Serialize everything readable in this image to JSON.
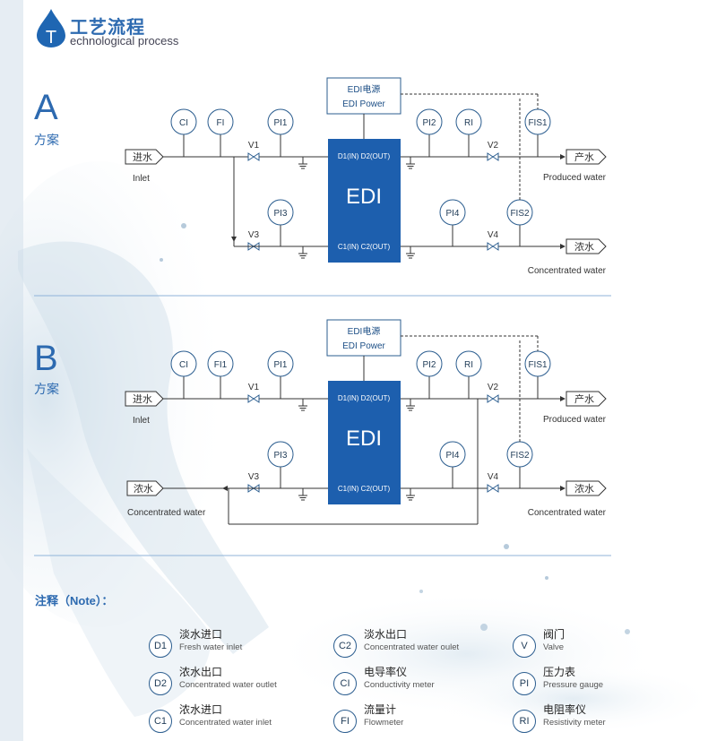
{
  "header": {
    "title_cn": "工艺流程",
    "title_en": "echnological process",
    "logo_letter": "T"
  },
  "colors": {
    "accent": "#2d6ab0",
    "edi_fill": "#1d5fae",
    "line": "#333333"
  },
  "schemes": [
    {
      "letter": "A",
      "label": "方案",
      "power": [
        "EDI电源",
        "EDI Power"
      ],
      "edi": "EDI",
      "ports_top": "D1(IN)  D2(OUT)",
      "ports_bottom": "C1(IN) C2(OUT)",
      "instruments": [
        "CI",
        "FI",
        "PI1",
        "PI2",
        "RI",
        "FIS1",
        "PI3",
        "PI4",
        "FIS2"
      ],
      "valves": [
        "V1",
        "V2",
        "V3",
        "V4"
      ],
      "inlet_tag": "进水",
      "inlet_label": "Inlet",
      "out_tag": "产水",
      "out_label": "Produced water",
      "conc_tag": "浓水",
      "conc_label": "Concentrated water"
    },
    {
      "letter": "B",
      "label": "方案",
      "power": [
        "EDI电源",
        "EDI Power"
      ],
      "edi": "EDI",
      "ports_top": "D1(IN)  D2(OUT)",
      "ports_bottom": "C1(IN) C2(OUT)",
      "instruments": [
        "CI",
        "FI1",
        "PI1",
        "PI2",
        "RI",
        "FIS1",
        "PI3",
        "PI4",
        "FIS2"
      ],
      "valves": [
        "V1",
        "V2",
        "V3",
        "V4"
      ],
      "inlet_tag": "进水",
      "inlet_label": "Inlet",
      "out_tag": "产水",
      "out_label": "Produced water",
      "conc_in_tag": "浓水",
      "conc_in_label": "Concentrated water",
      "conc_tag": "浓水",
      "conc_label": "Concentrated water"
    }
  ],
  "notes": {
    "title": "注释（Note）：",
    "items": [
      {
        "sym": "D1",
        "cn": "淡水进口",
        "en": "Fresh water inlet"
      },
      {
        "sym": "C2",
        "cn": "淡水出口",
        "en": "Concentrated water oulet"
      },
      {
        "sym": "V",
        "cn": "阀门",
        "en": "Valve"
      },
      {
        "sym": "D2",
        "cn": "浓水出口",
        "en": "Concentrated water outlet"
      },
      {
        "sym": "CI",
        "cn": "电导率仪",
        "en": "Conductivity meter"
      },
      {
        "sym": "PI",
        "cn": "压力表",
        "en": "Pressure gauge"
      },
      {
        "sym": "C1",
        "cn": "浓水进口",
        "en": "Concentrated water inlet"
      },
      {
        "sym": "FI",
        "cn": "流量计",
        "en": "Flowmeter"
      },
      {
        "sym": "RI",
        "cn": "电阻率仪",
        "en": "Resistivity meter"
      }
    ]
  }
}
